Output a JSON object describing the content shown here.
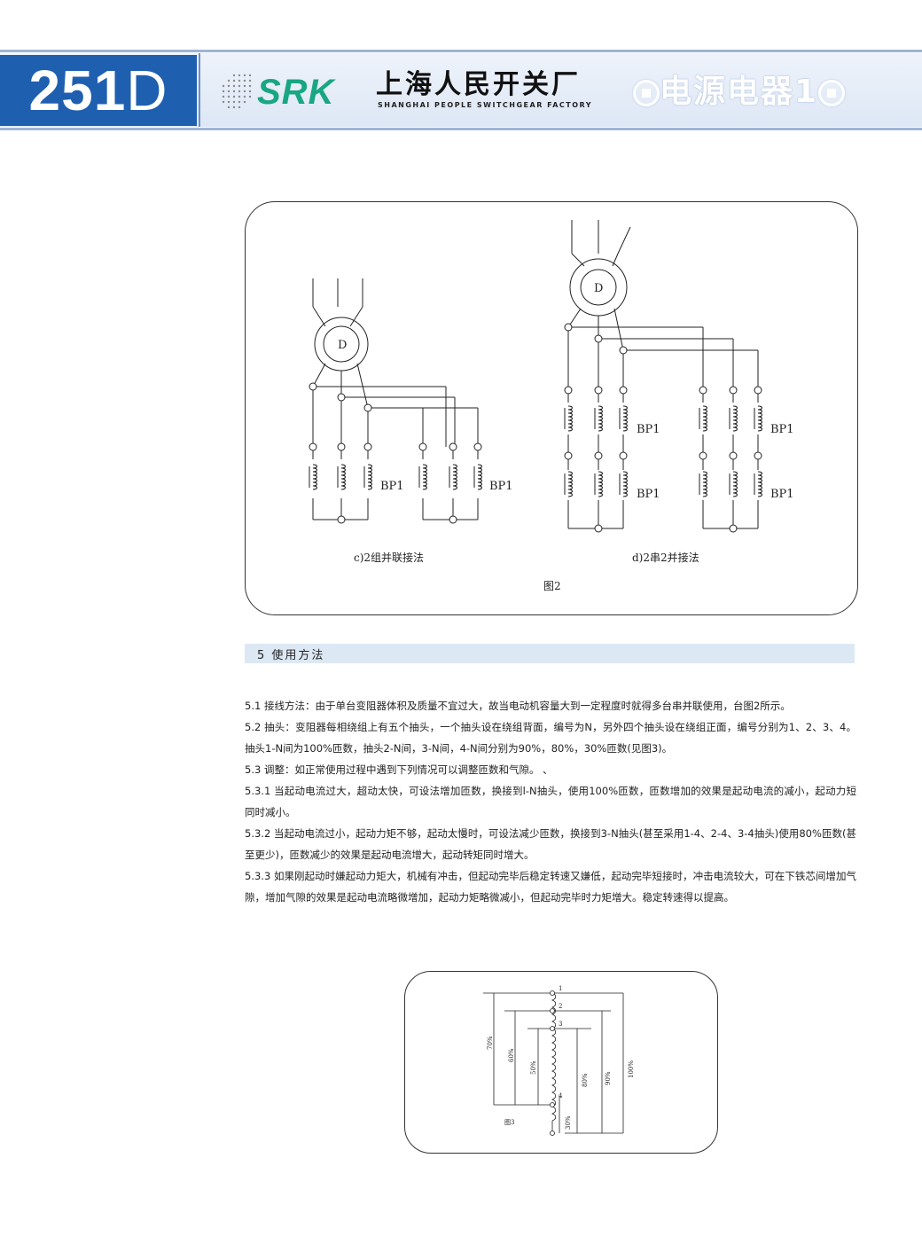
{
  "header": {
    "code": "251",
    "code_suffix": "D",
    "brand": "SRK",
    "company_cn": "上海人民开关厂",
    "company_en": "SHANGHAI PEOPLE SWITCHGEAR FACTORY",
    "category": "电源电器1"
  },
  "figure2": {
    "motor_label": "D",
    "resistor_label": "BP1",
    "caption_c": "c)2组并联接法",
    "caption_d": "d)2串2并接法",
    "caption": "图2"
  },
  "section": {
    "title": "5  使用方法"
  },
  "paragraphs": [
    "5.1  接线方法：由于单台变阻器体积及质量不宜过大，故当电动机容量大到一定程度时就得多台串并联使用，台图2所示。",
    "5.2  抽头：变阻器每相绕组上有五个抽头，一个抽头设在绕组背面，编号为N，另外四个抽头设在绕组正面，编号分别为1、2、3、4。抽头1-N间为100%匝数，抽头2-N间，3-N间，4-N间分别为90%，80%，30%匝数(见图3)。",
    "5.3  调整：如正常使用过程中遇到下列情况可以调整匝数和气隙。    、",
    "5.3.1  当起动电流过大，超动太快，可设法增加匝数，换接到l-N抽头，使用100%匝数，匝数增加的效果是起动电流的减小，起动力短同时减小。",
    "5.3.2  当起动电流过小，起动力矩不够，起动太慢时，可设法减少匝数，换接到3-N抽头(甚至采用1-4、2-4、3-4抽头)使用80%匝数(甚至更少)，匝数减少的效果是起动电流增大，起动转矩同时增大。",
    "5.3.3  如果刚起动时嫌起动力矩大，机械有冲击，但起动完毕后稳定转速又嫌低，起动完毕短接时，冲击电流较大，可在下铁芯间增加气隙，增加气隙的效果是起动电流略微增加，起动力矩略微减小，但起动完毕时力矩增大。稳定转速得以提高。"
  ],
  "figure3": {
    "taps": [
      "1",
      "2",
      "3",
      "4"
    ],
    "percent_labels": [
      "70%",
      "60%",
      "50%",
      "80%",
      "90%",
      "100%",
      "30%"
    ],
    "caption": "图3"
  }
}
